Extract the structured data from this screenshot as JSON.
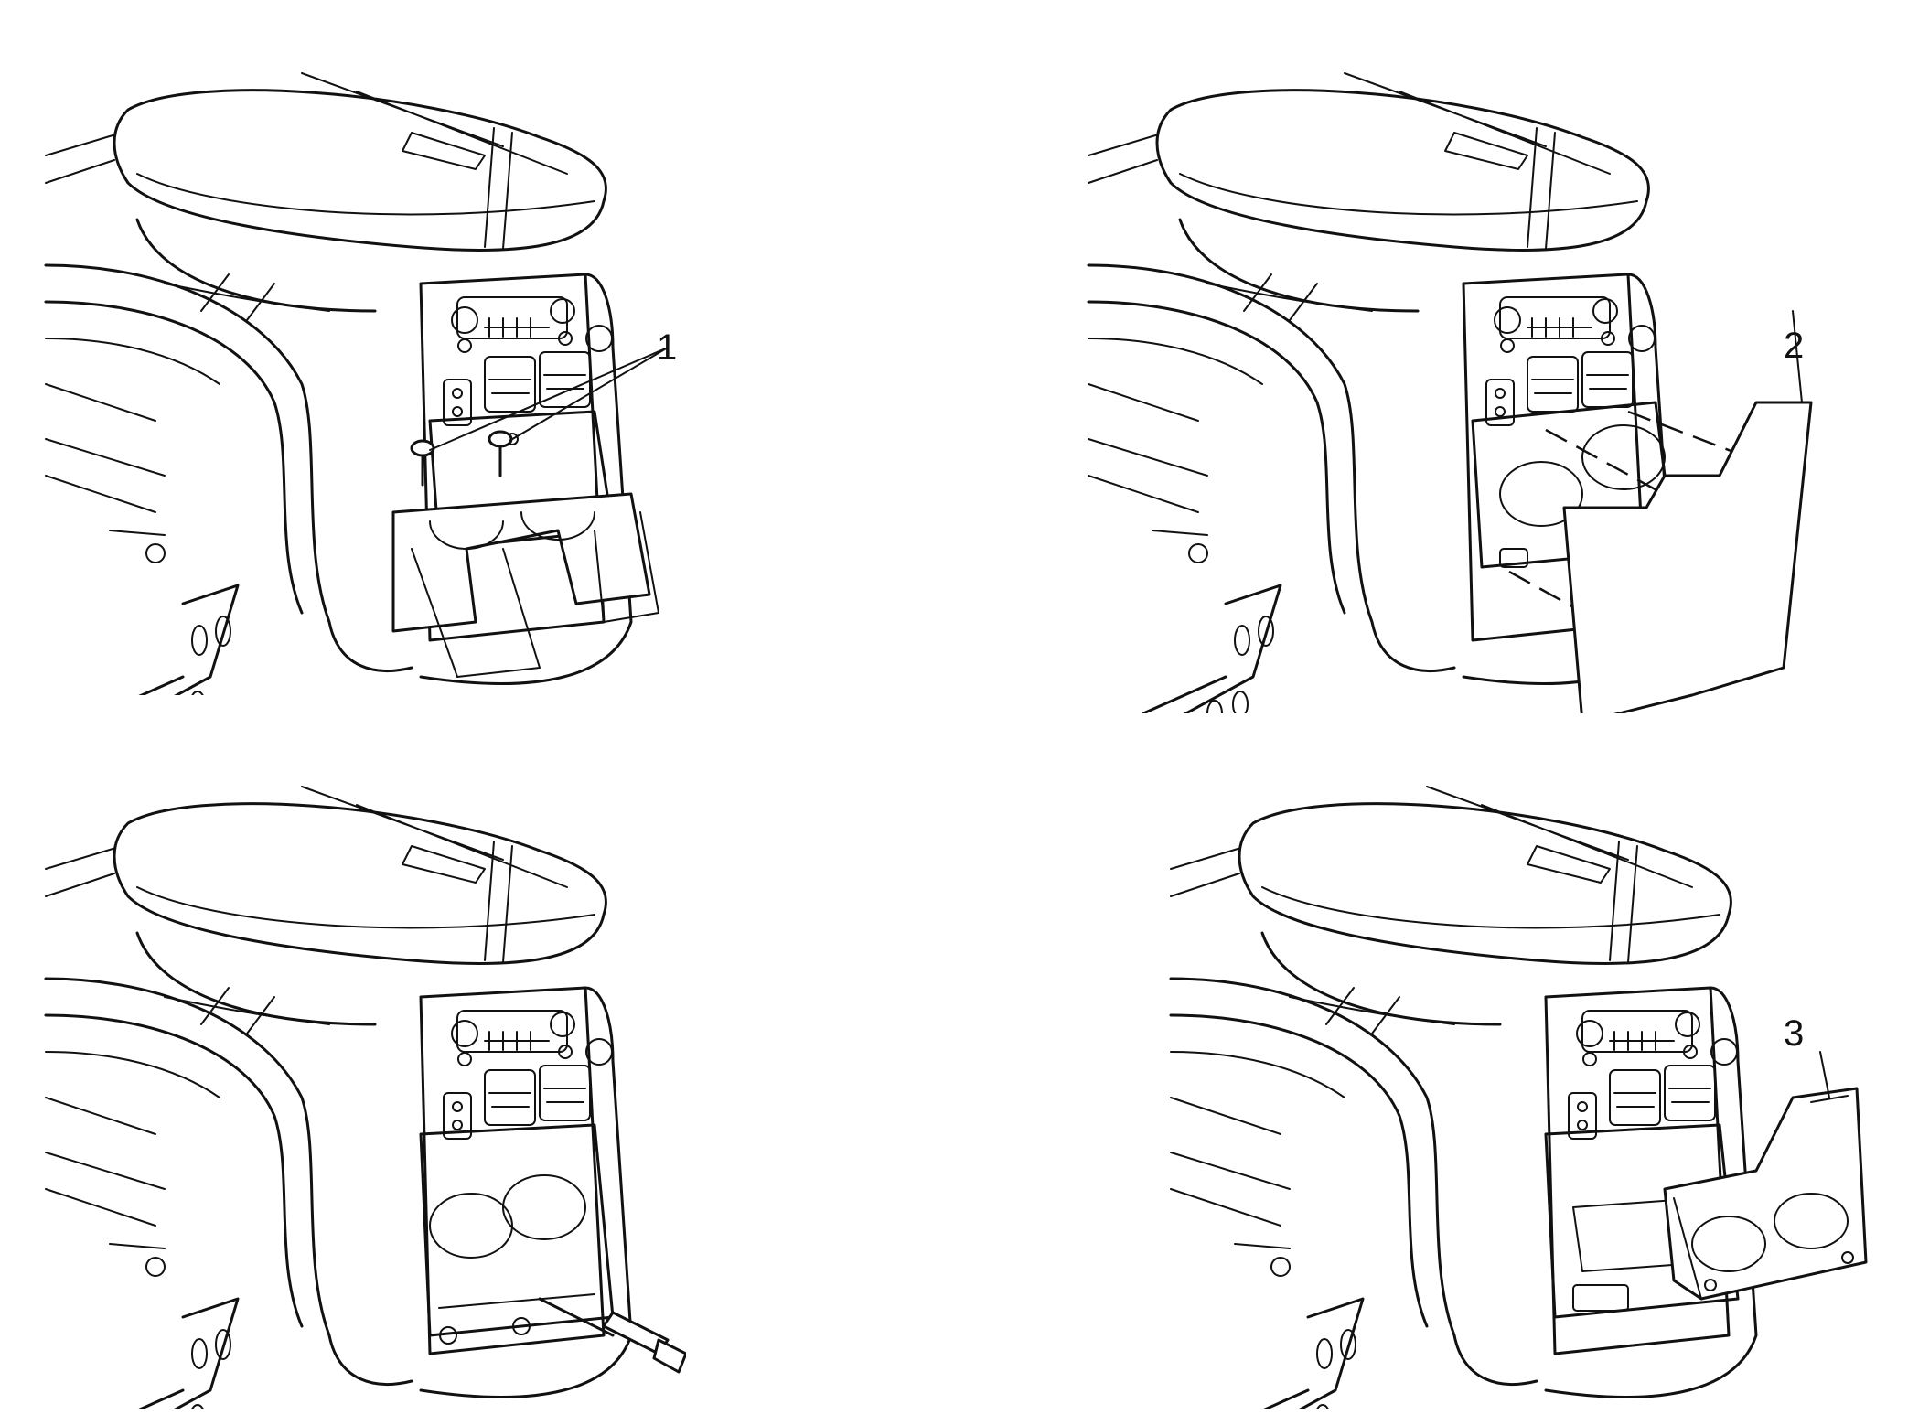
{
  "figure": {
    "panels": [
      {
        "callout": "1"
      },
      {
        "callout": "2"
      },
      {
        "callout": ""
      },
      {
        "callout": "3"
      }
    ]
  }
}
